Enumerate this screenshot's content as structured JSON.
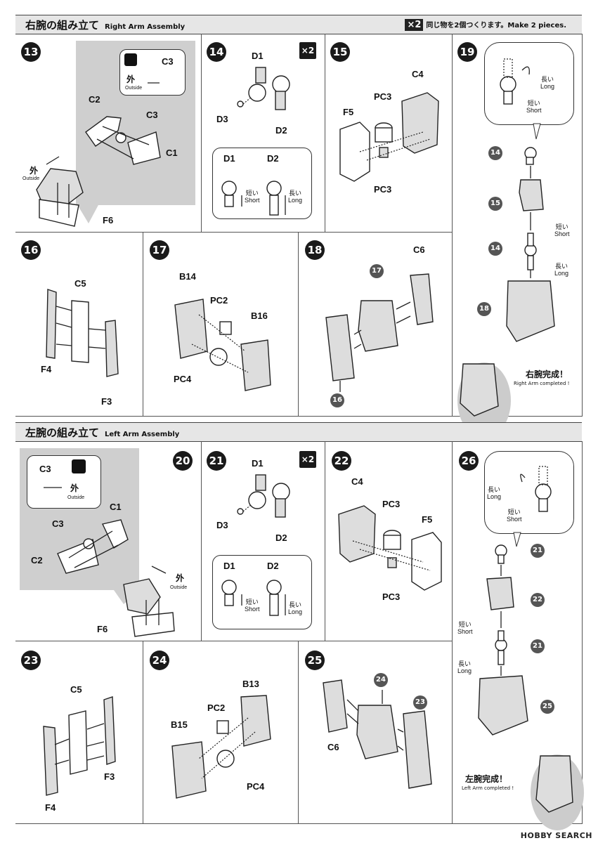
{
  "right_section": {
    "title_jp": "右腕の組み立て",
    "title_en": "Right Arm Assembly",
    "x2_badge": "×2",
    "x2_note": "同じ物を2個つくります。Make 2 pieces."
  },
  "left_section": {
    "title_jp": "左腕の組み立て",
    "title_en": "Left Arm Assembly"
  },
  "common": {
    "outside_jp": "外",
    "outside_en": "Outside",
    "short_jp": "短い",
    "short_en": "Short",
    "long_jp": "長い",
    "long_en": "Long",
    "x2": "×2"
  },
  "steps": {
    "s13": {
      "num": "13",
      "parts": [
        "C3",
        "C2",
        "C3",
        "C1",
        "F6"
      ]
    },
    "s14": {
      "num": "14",
      "parts": [
        "D1",
        "D3",
        "D2",
        "D1",
        "D2"
      ]
    },
    "s15": {
      "num": "15",
      "parts": [
        "C4",
        "PC3",
        "F5",
        "PC3"
      ]
    },
    "s16": {
      "num": "16",
      "parts": [
        "C5",
        "F4",
        "F3"
      ]
    },
    "s17": {
      "num": "17",
      "parts": [
        "B14",
        "PC2",
        "B16",
        "PC4"
      ]
    },
    "s18": {
      "num": "18",
      "parts": [
        "C6"
      ],
      "refs": [
        "17",
        "16"
      ]
    },
    "s19": {
      "num": "19",
      "refs": [
        "14",
        "15",
        "14",
        "18"
      ],
      "complete_jp": "右腕完成！",
      "complete_en": "Right Arm completed !"
    },
    "s20": {
      "num": "20",
      "parts": [
        "C3",
        "C1",
        "C3",
        "C2",
        "F6"
      ]
    },
    "s21": {
      "num": "21",
      "parts": [
        "D1",
        "D3",
        "D2",
        "D1",
        "D2"
      ]
    },
    "s22": {
      "num": "22",
      "parts": [
        "C4",
        "PC3",
        "F5",
        "PC3"
      ]
    },
    "s23": {
      "num": "23",
      "parts": [
        "C5",
        "F3",
        "F4"
      ]
    },
    "s24": {
      "num": "24",
      "parts": [
        "B13",
        "PC2",
        "B15",
        "PC4"
      ]
    },
    "s25": {
      "num": "25",
      "parts": [
        "C6"
      ],
      "refs": [
        "24",
        "23"
      ]
    },
    "s26": {
      "num": "26",
      "refs": [
        "21",
        "22",
        "21",
        "25"
      ],
      "complete_jp": "左腕完成！",
      "complete_en": "Left Arm completed !"
    }
  },
  "watermark": "HOBBY SEARCH"
}
